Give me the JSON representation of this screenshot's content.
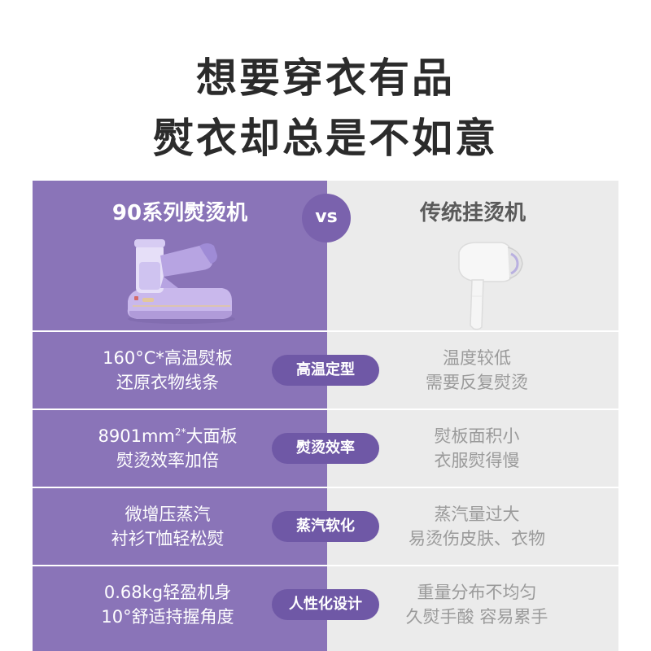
{
  "headline": {
    "line1": "想要穿衣有品",
    "line2": "熨衣却总是不如意"
  },
  "comparison": {
    "left_title": "90系列熨烫机",
    "vs_label": "vs",
    "right_title": "传统挂烫机",
    "colors": {
      "left_bg": "#8a74b8",
      "right_bg": "#ebebeb",
      "pill_bg": "#6f58a6"
    },
    "rows": [
      {
        "left": [
          "160°C*高温熨板",
          "还原衣物线条"
        ],
        "label": "高温定型",
        "right": [
          "温度较低",
          "需要反复熨烫"
        ]
      },
      {
        "left_a": "8901mm",
        "left_sup": "2*",
        "left_b": "大面板",
        "left2": "熨烫效率加倍",
        "label": "熨烫效率",
        "right": [
          "熨板面积小",
          "衣服熨得慢"
        ]
      },
      {
        "left": [
          "微增压蒸汽",
          "衬衫T恤轻松熨"
        ],
        "label": "蒸汽软化",
        "right": [
          "蒸汽量过大",
          "易烫伤皮肤、衣物"
        ]
      },
      {
        "left": [
          "0.68kg轻盈机身",
          "10°舒适持握角度"
        ],
        "label": "人性化设计",
        "right": [
          "重量分布不均匀",
          "久熨手酸 容易累手"
        ]
      }
    ]
  }
}
